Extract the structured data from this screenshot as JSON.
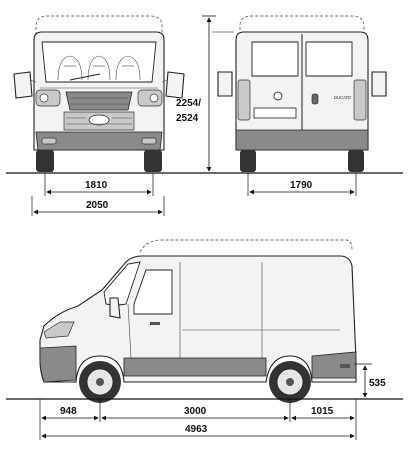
{
  "dimensions": {
    "front_track": "1810",
    "front_width": "2050",
    "height_line1": "2254/",
    "height_line2": "2524",
    "rear_track": "1790",
    "front_overhang": "948",
    "wheelbase": "3000",
    "rear_overhang": "1015",
    "overall_length": "4963",
    "ground_clearance": "535"
  },
  "badge": "DUCATO"
}
